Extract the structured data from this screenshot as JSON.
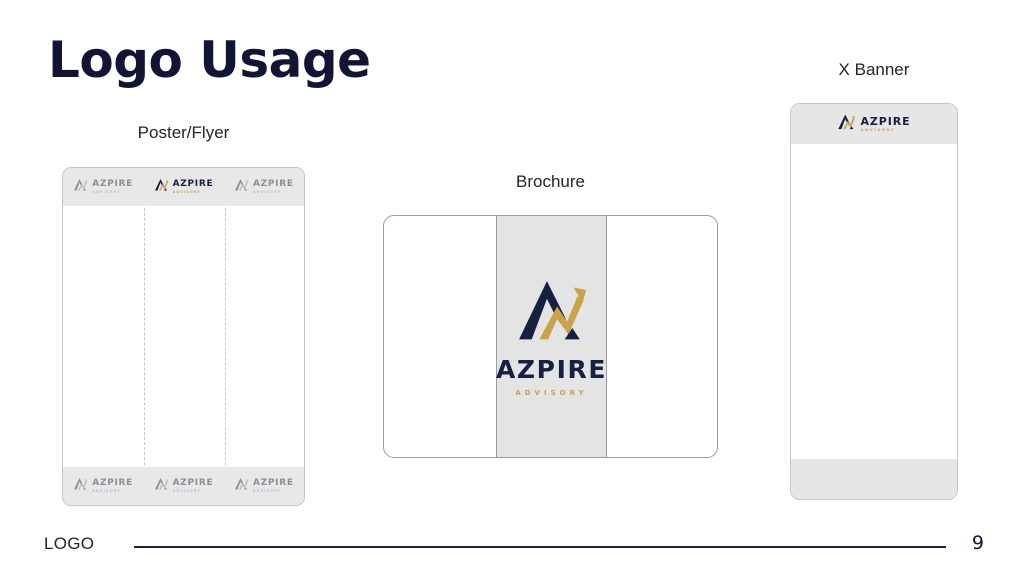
{
  "slide": {
    "title": "Logo Usage",
    "background": "#ffffff"
  },
  "brand": {
    "name": "AZPIRE",
    "tagline": "ADVISORY",
    "colors": {
      "navy": "#16213f",
      "gold": "#c9a24a",
      "mono_gray": "#8b8f96",
      "mono_light": "#b9bcc1",
      "panel_gray": "#e4e4e5",
      "title_navy": "#111534"
    },
    "mark": "azpire-arrow-mark-icon"
  },
  "sections": {
    "poster": {
      "caption": "Poster/Flyer",
      "top_band": [
        {
          "variant": "mono"
        },
        {
          "variant": "color"
        },
        {
          "variant": "mono"
        }
      ],
      "bottom_band": [
        {
          "variant": "mono"
        },
        {
          "variant": "mono"
        },
        {
          "variant": "mono"
        }
      ]
    },
    "brochure": {
      "caption": "Brochure",
      "panels": 3,
      "logo_panel": "center",
      "logo_variant": "color"
    },
    "xbanner": {
      "caption": "X Banner",
      "top_band_logo_variant": "color",
      "bottom_band_logo": "none"
    }
  },
  "footer": {
    "label": "LOGO",
    "page_number": "9",
    "rule_color": "#1b2240"
  }
}
